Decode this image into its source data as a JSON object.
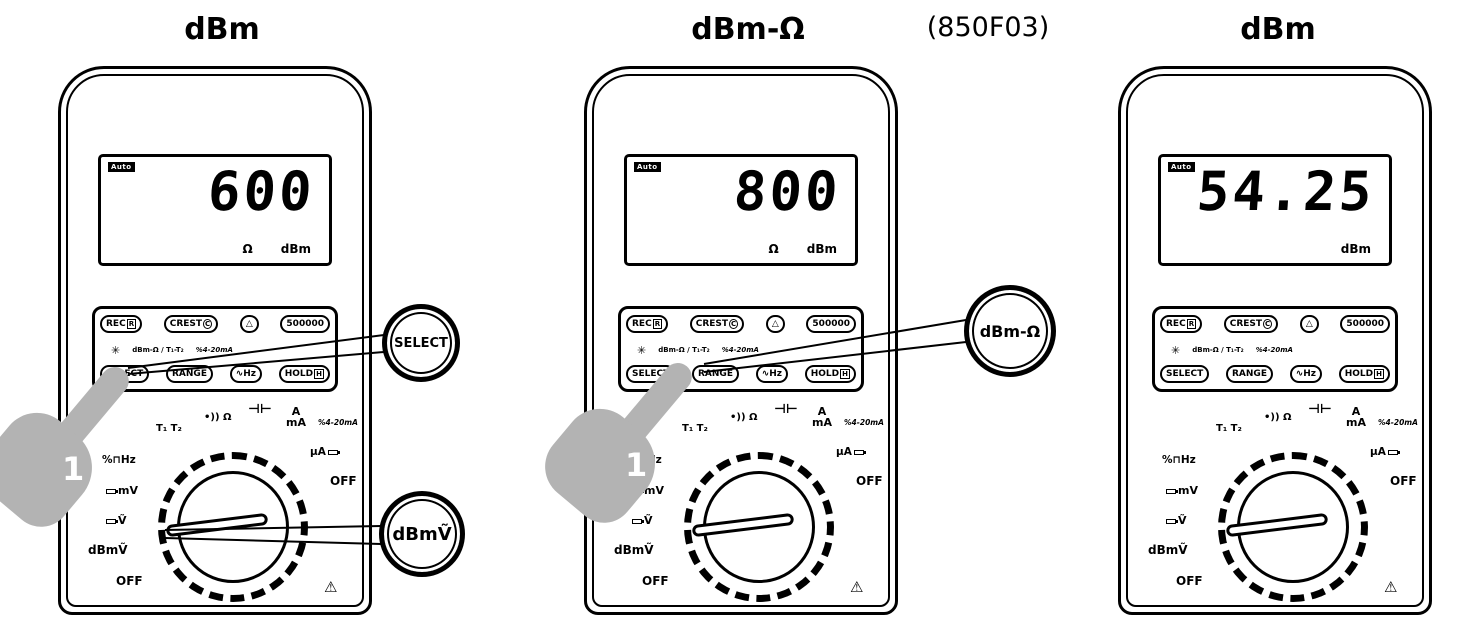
{
  "titles": {
    "panel1": "dBm",
    "panel2": "dBm-Ω",
    "figure_code": "(850F03)",
    "panel3": "dBm"
  },
  "meters": [
    {
      "display": {
        "mode": "Auto",
        "value": "600",
        "units_left": "Ω",
        "units_right": "dBm"
      },
      "step": "1",
      "callout_button": "SELECT",
      "callout_dial": "dBmṼ"
    },
    {
      "display": {
        "mode": "Auto",
        "value": "800",
        "units_left": "Ω",
        "units_right": "dBm"
      },
      "step": "1",
      "callout_button": "dBm-Ω"
    },
    {
      "display": {
        "mode": "Auto",
        "value": "54.25",
        "units_right": "dBm"
      }
    }
  ],
  "buttons": {
    "rec": "REC",
    "rec_tag": "R",
    "crest": "CREST",
    "crest_tag": "C",
    "delta": "△",
    "count": "500000",
    "select": "SELECT",
    "range": "RANGE",
    "hz": "∿Hz",
    "hold": "HOLD",
    "hold_tag": "H",
    "backlight": "✳",
    "mid_label1": "dBm-Ω / T₁-T₂",
    "mid_label2": "%4-20mA"
  },
  "dial": {
    "t1t2": "T₁ T₂",
    "continuity": "•)) Ω",
    "capacitor": "⊣⊢",
    "amp_top": "A",
    "amp_bottom": "mA",
    "pct_420": "%4-20mA",
    "micro_amp": "µA",
    "off_right": "OFF",
    "pct_hz": "%⊓Hz",
    "millivolt": "mV",
    "volt": "Ṽ",
    "dbm": "dBmṼ",
    "off_left": "OFF",
    "warning": "⚠"
  }
}
